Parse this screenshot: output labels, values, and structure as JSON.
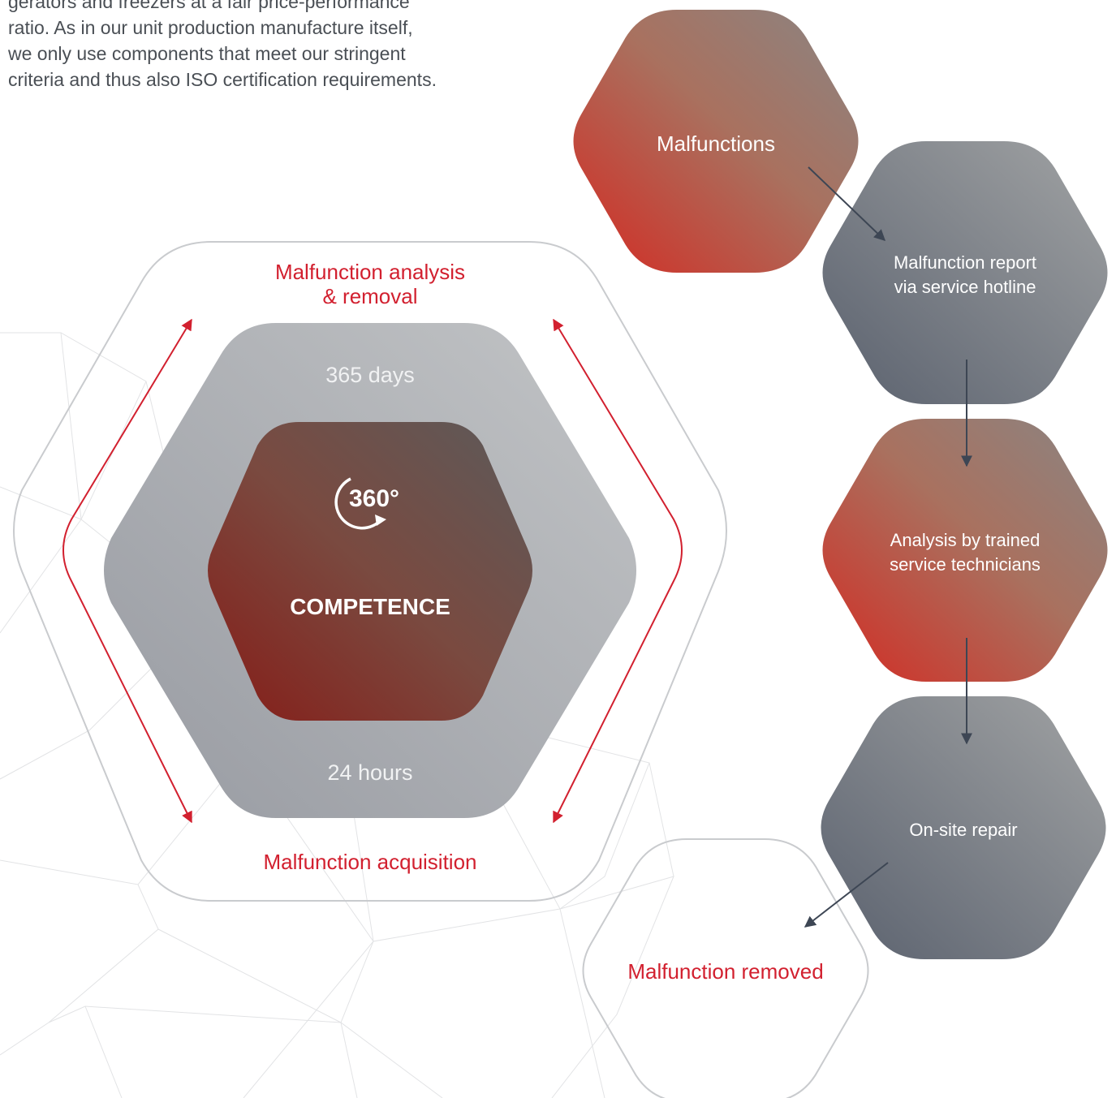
{
  "intro": {
    "lines": [
      "gerators and freezers at a fair price-performance",
      "ratio. As in our unit production manufacture itself,",
      "we only use components that meet our stringent",
      "criteria and thus also ISO certification requirements."
    ]
  },
  "cycle": {
    "top_label_line1": "Malfunction analysis",
    "top_label_line2": "& removal",
    "bottom_label": "Malfunction acquisition",
    "outer_top_text": "365 days",
    "outer_bottom_text": "24 hours",
    "badge_text": "360°",
    "center_title": "COMPETENCE"
  },
  "process": {
    "step1": "Malfunctions",
    "step2_line1": "Malfunction report",
    "step2_line2": "via service hotline",
    "step3_line1": "Analysis by trained",
    "step3_line2": "service technicians",
    "step4": "On-site repair",
    "step5": "Malfunction removed"
  },
  "colors": {
    "accent_red": "#d2202f",
    "arrow_dark": "#3d4654",
    "grey_hex_light": "#9a9da2",
    "grey_hex_dark": "#5c6370"
  }
}
